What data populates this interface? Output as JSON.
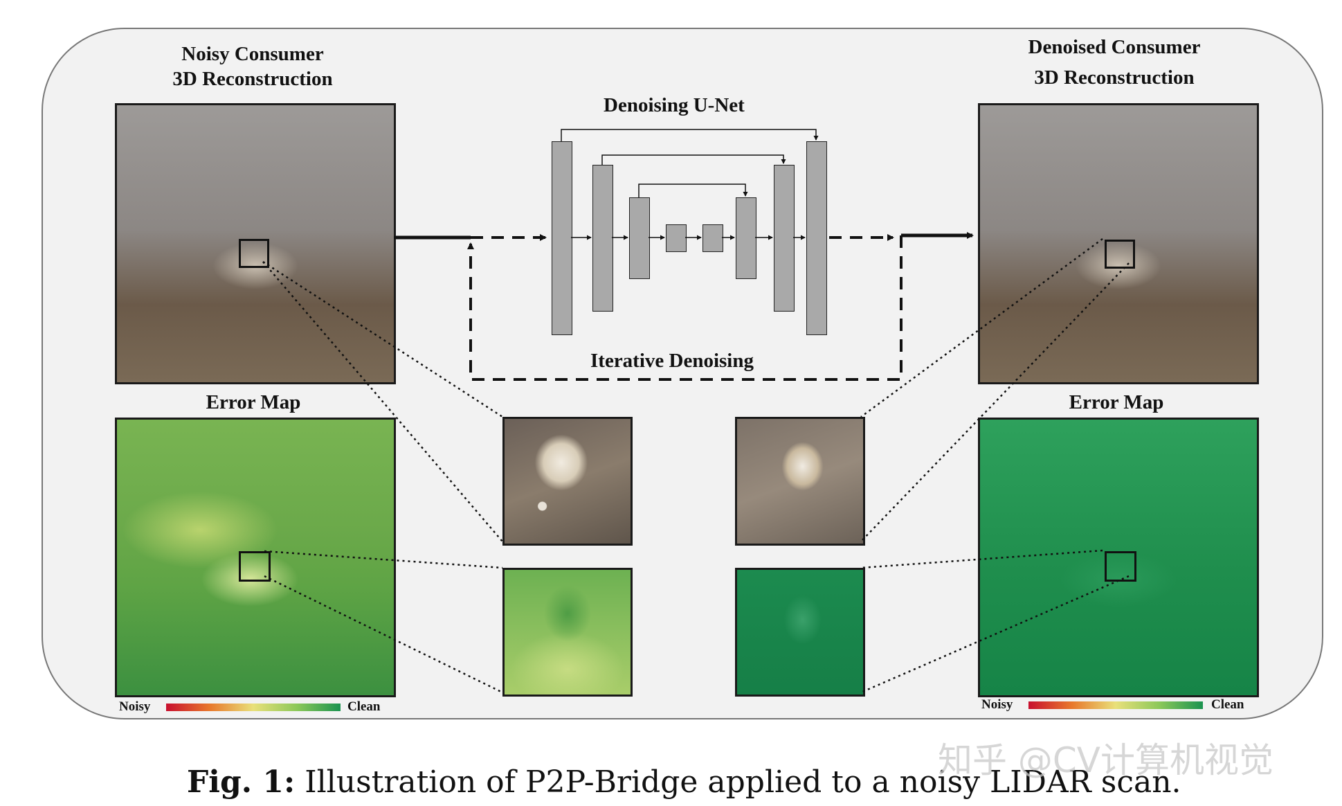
{
  "left_panel": {
    "title_line1": "Noisy Consumer",
    "title_line2": "3D Reconstruction",
    "error_map_title": "Error Map"
  },
  "right_panel": {
    "title_line1": "Denoised Consumer",
    "title_line2": "3D Reconstruction",
    "error_map_title": "Error Map"
  },
  "center": {
    "unet_title": "Denoising U-Net",
    "loop_label": "Iterative Denoising"
  },
  "colorbar": {
    "low_label": "Noisy",
    "high_label": "Clean",
    "colors": [
      "#c8102e",
      "#e8782c",
      "#e9e07a",
      "#8cc859",
      "#1b9350"
    ]
  },
  "caption": {
    "prefix": "Fig. 1:",
    "text": " Illustration of P2P-Bridge applied to a noisy LIDAR scan."
  },
  "watermark": "知乎 @CV计算机视觉"
}
